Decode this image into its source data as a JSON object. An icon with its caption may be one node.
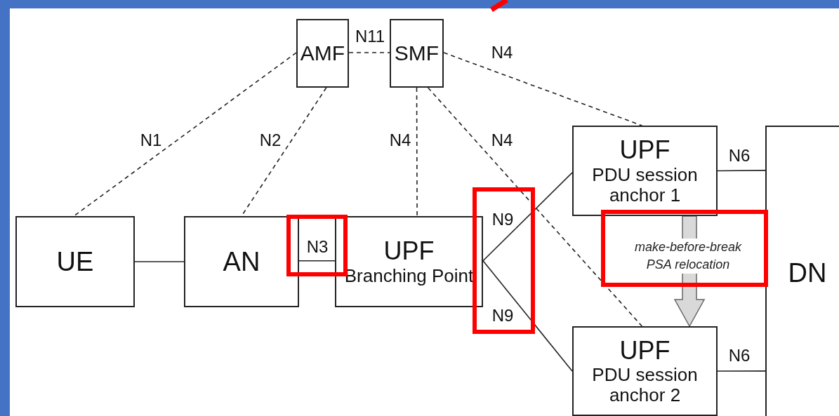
{
  "diagram": {
    "nodes": [
      {
        "text": [
          "AMF"
        ]
      },
      {
        "text": [
          "SMF"
        ]
      },
      {
        "text": [
          "UE"
        ]
      },
      {
        "text": [
          "AN"
        ]
      },
      {
        "text": [
          "UPF",
          "Branching Point"
        ]
      },
      {
        "text": [
          "UPF",
          "PDU session anchor 1"
        ]
      },
      {
        "text": [
          "UPF",
          "PDU session anchor 2"
        ]
      },
      {
        "text": [
          "DN"
        ]
      }
    ],
    "edges": [
      {
        "from": 0,
        "to": 2,
        "arrow": "none",
        "label": "N1",
        "style": "dashed"
      },
      {
        "from": 0,
        "to": 3,
        "arrow": "none",
        "label": "N2",
        "style": "dashed"
      },
      {
        "from": 0,
        "to": 1,
        "arrow": "none",
        "label": "N11",
        "style": "dashed"
      },
      {
        "from": 1,
        "to": 4,
        "arrow": "none",
        "label": "N4",
        "style": "dashed"
      },
      {
        "from": 1,
        "to": 5,
        "arrow": "none",
        "label": "N4",
        "style": "dashed"
      },
      {
        "from": 1,
        "to": 6,
        "arrow": "none",
        "label": "N4",
        "style": "dashed"
      },
      {
        "from": 2,
        "to": 3,
        "arrow": "none"
      },
      {
        "from": 3,
        "to": 4,
        "arrow": "none",
        "label": "N3"
      },
      {
        "from": 4,
        "to": 5,
        "arrow": "none",
        "label": "N9"
      },
      {
        "from": 4,
        "to": 6,
        "arrow": "none",
        "label": "N9"
      },
      {
        "from": 5,
        "to": 7,
        "arrow": "none",
        "label": "N6"
      },
      {
        "from": 6,
        "to": 7,
        "arrow": "none",
        "label": "N6"
      },
      {
        "from": 5,
        "to": 6,
        "arrow": "to",
        "style": "thick",
        "color": "#d9d9d9"
      }
    ],
    "labels": [
      "make-before-break PSA relocation"
    ]
  }
}
